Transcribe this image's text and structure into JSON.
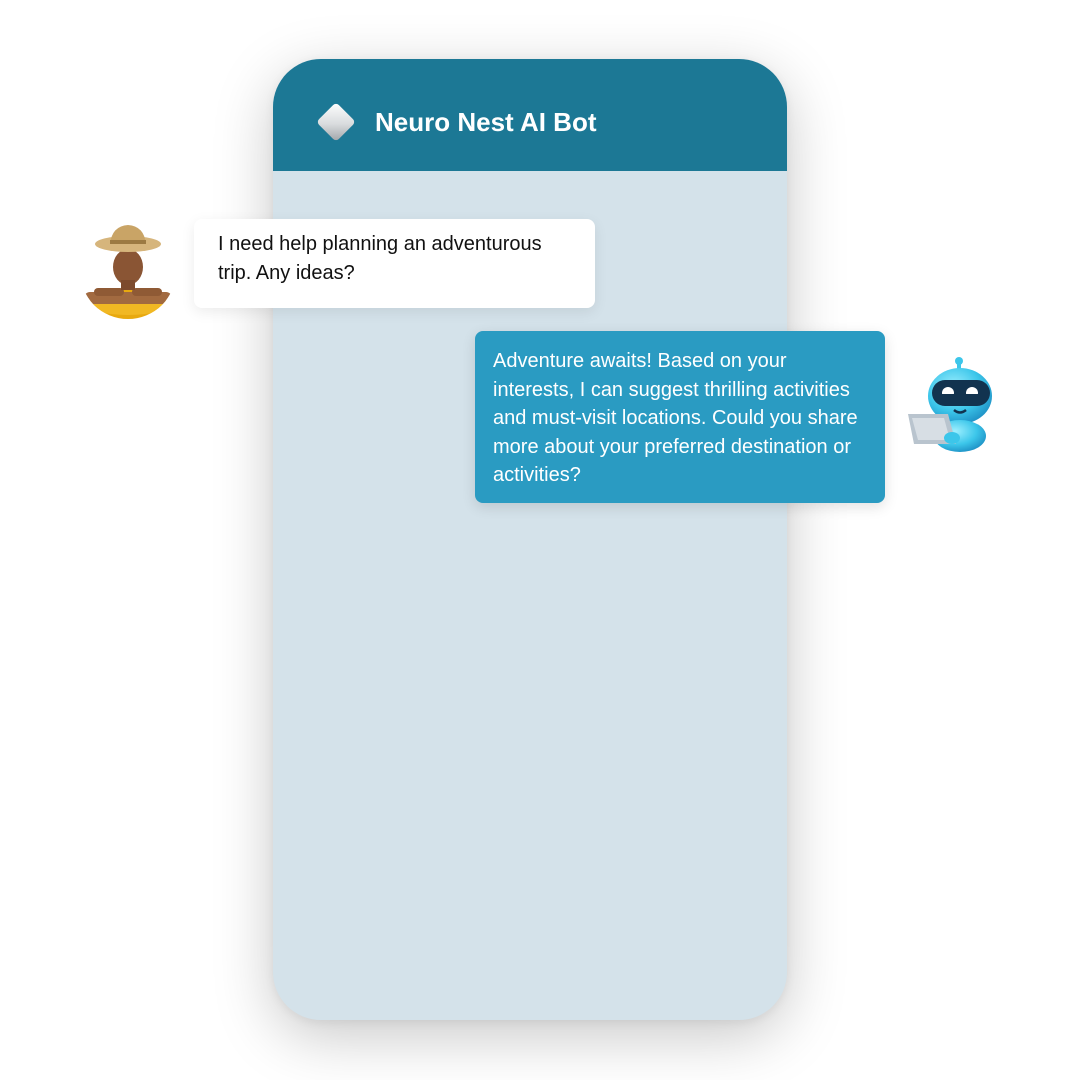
{
  "app": {
    "title": "Neuro Nest AI Bot",
    "logo_icon": "diamond-logo-icon"
  },
  "colors": {
    "header": "#1c7895",
    "chat_background": "#d4e2ea",
    "user_bubble": "#ffffff",
    "bot_bubble": "#2a9bc2"
  },
  "messages": [
    {
      "sender": "user",
      "avatar_icon": "traveler-avatar",
      "text": "I need help planning an adventurous trip. Any ideas?"
    },
    {
      "sender": "bot",
      "avatar_icon": "robot-avatar",
      "text": "Adventure awaits! Based on your interests, I can suggest thrilling activities and must-visit locations. Could you share more about your preferred destination or activities?"
    }
  ]
}
